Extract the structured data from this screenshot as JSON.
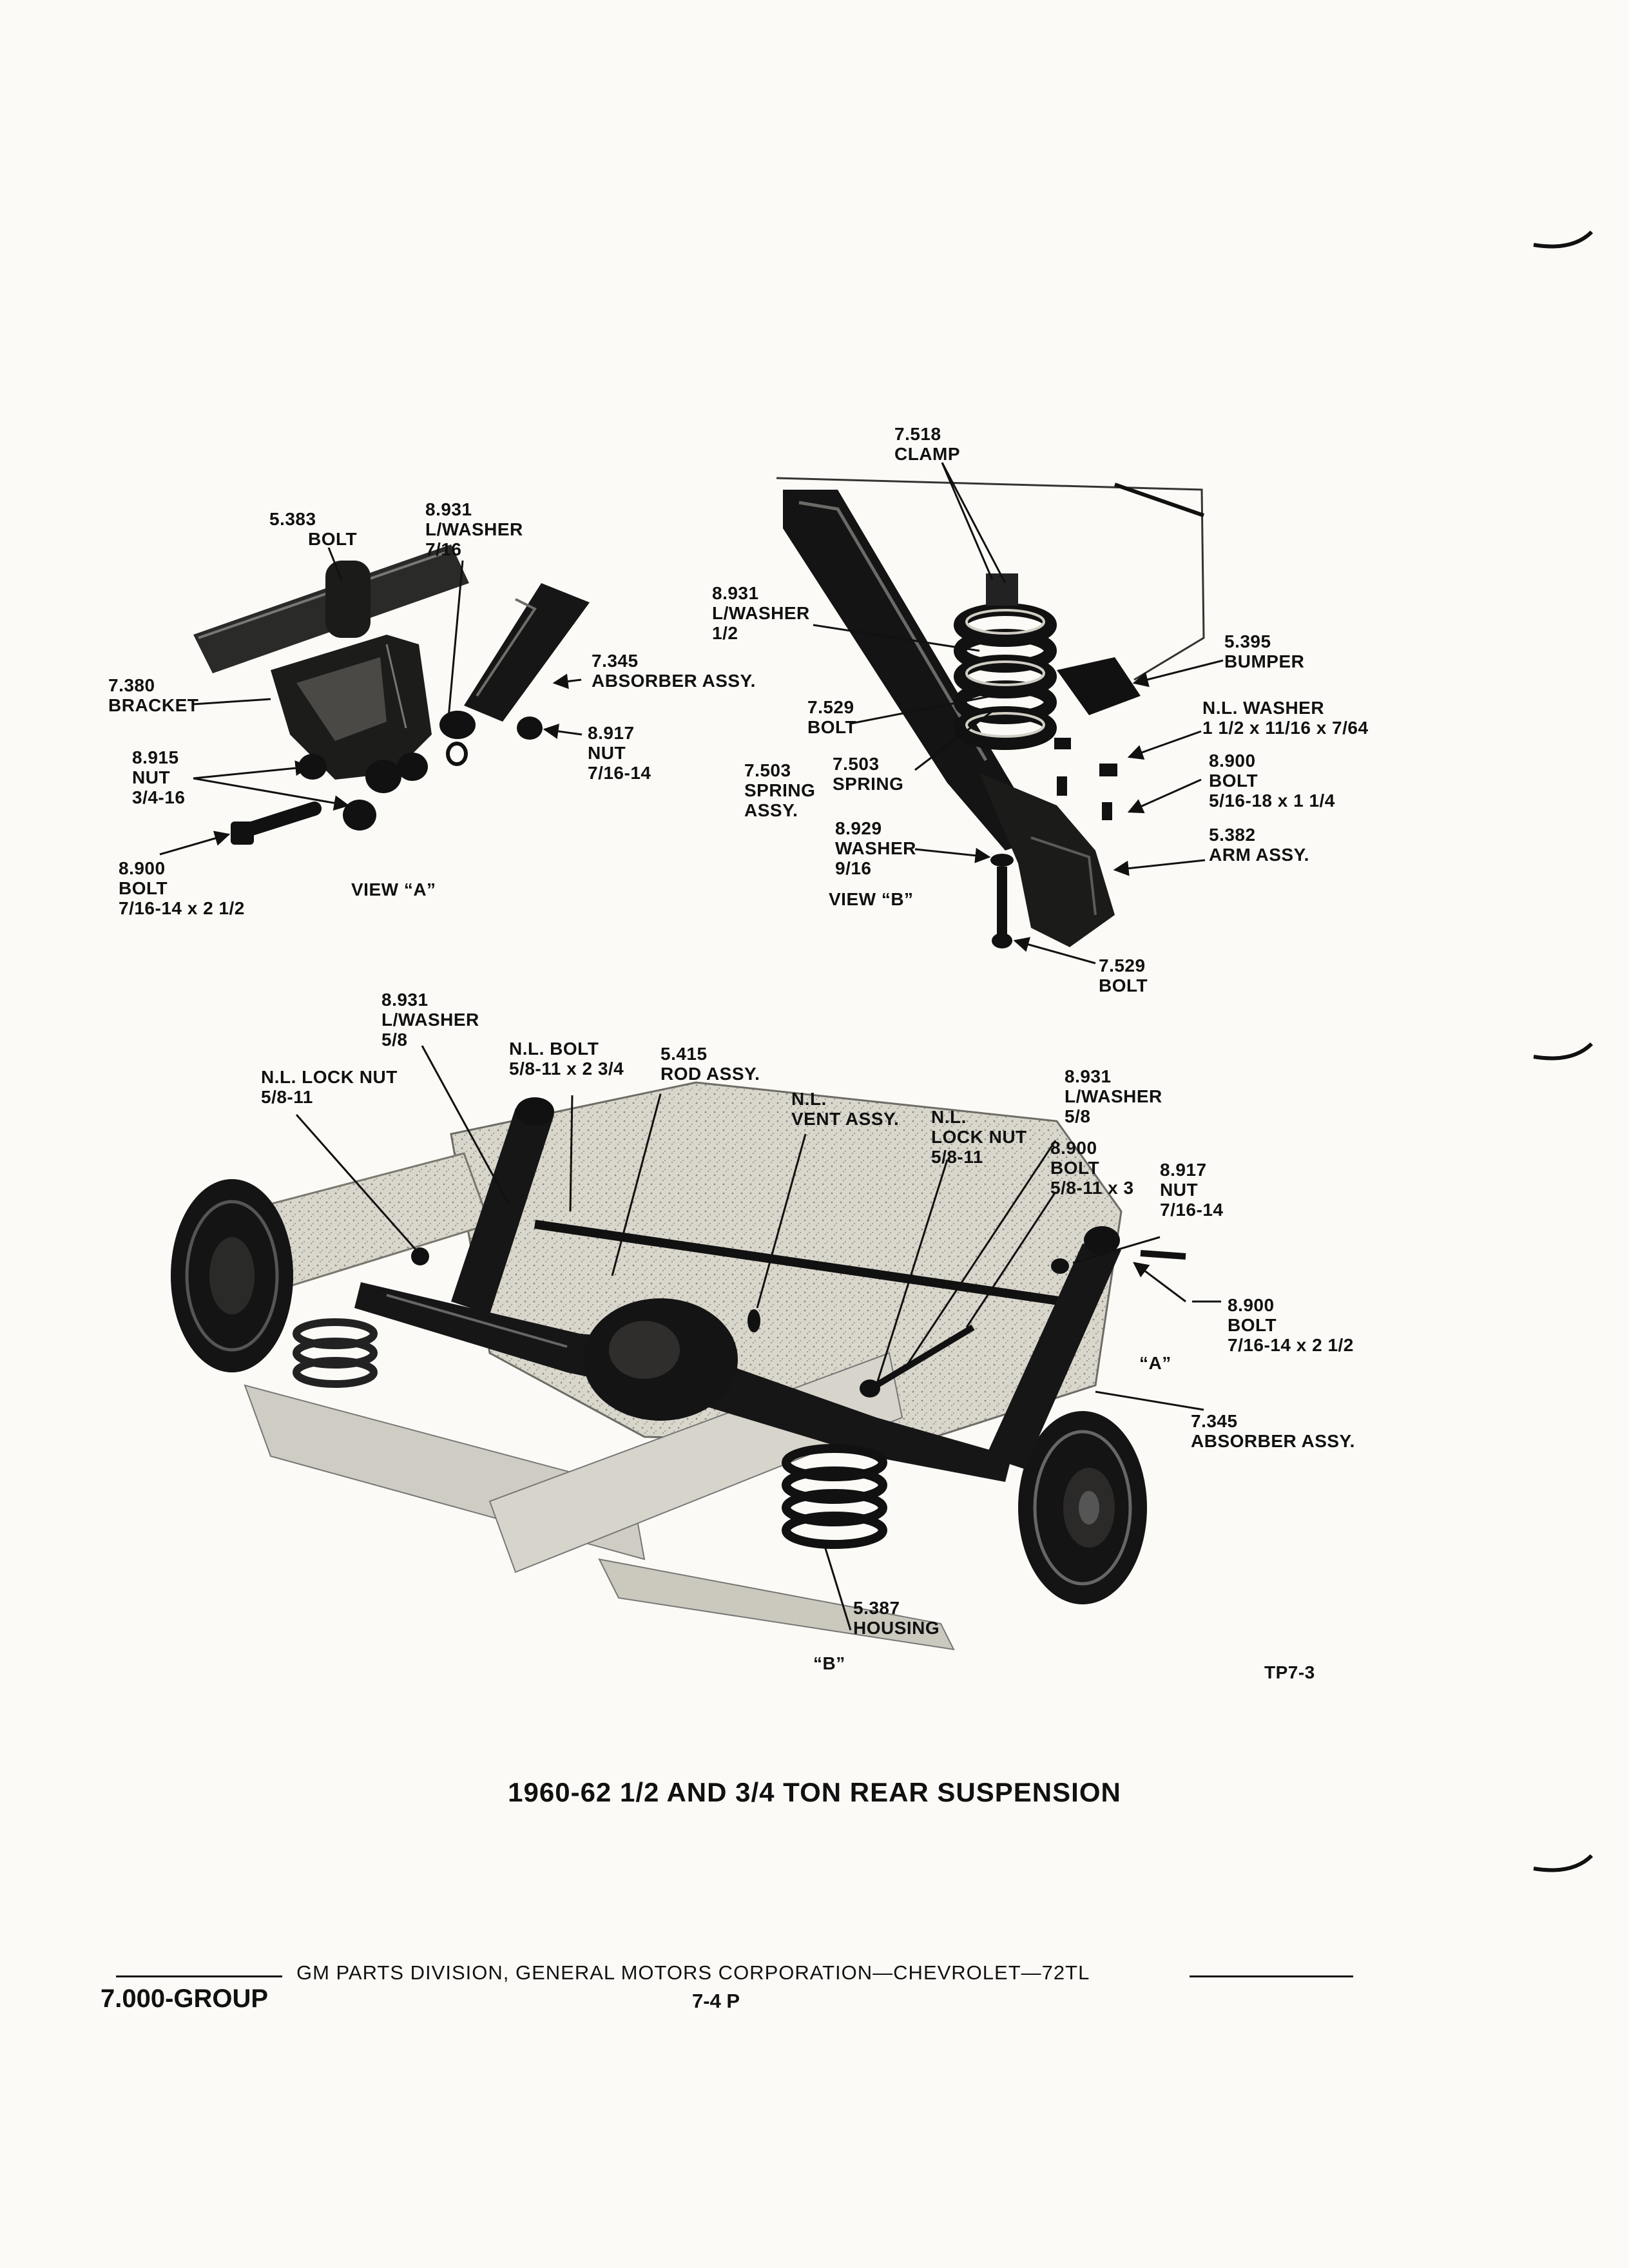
{
  "diagram_title": "1960-62 1/2 AND 3/4 TON REAR SUSPENSION",
  "figure_id": "TP7-3",
  "footer": {
    "division": "GM PARTS DIVISION, GENERAL MOTORS CORPORATION—CHEVROLET—72TL",
    "group": "7.000-GROUP",
    "page": "7-4  P"
  },
  "view_a": {
    "caption": "VIEW “A”",
    "labels": {
      "bolt_5383": [
        "5.383",
        "BOLT"
      ],
      "washer_8931": [
        "8.931",
        "L/WASHER",
        "7/16"
      ],
      "absorber_7345": [
        "7.345",
        "ABSORBER ASSY."
      ],
      "bracket_7380": [
        "7.380",
        "BRACKET"
      ],
      "nut_8917": [
        "8.917",
        "NUT",
        "7/16-14"
      ],
      "nut_8915": [
        "8.915",
        "NUT",
        "3/4-16"
      ],
      "bolt_8900": [
        "8.900",
        "BOLT",
        "7/16-14 x 2 1/2"
      ]
    }
  },
  "view_b": {
    "caption": "VIEW “B”",
    "labels": {
      "clamp_7518": [
        "7.518",
        "CLAMP"
      ],
      "washer_8931": [
        "8.931",
        "L/WASHER",
        "1/2"
      ],
      "bumper_5395": [
        "5.395",
        "BUMPER"
      ],
      "nl_washer": [
        "N.L. WASHER",
        "1 1/2 x 11/16 x 7/64"
      ],
      "bolt_7529_top": [
        "7.529",
        "BOLT"
      ],
      "spring_assy_7503": [
        "7.503",
        "SPRING",
        "ASSY."
      ],
      "spring_7503": [
        "7.503",
        "SPRING"
      ],
      "bolt_8900": [
        "8.900",
        "BOLT",
        "5/16-18 x 1 1/4"
      ],
      "arm_5382": [
        "5.382",
        "ARM ASSY."
      ],
      "washer_8929": [
        "8.929",
        "WASHER",
        "9/16"
      ],
      "bolt_7529_bottom": [
        "7.529",
        "BOLT"
      ]
    }
  },
  "main_view": {
    "labels": {
      "washer_8931_left": [
        "8.931",
        "L/WASHER",
        "5/8"
      ],
      "nl_bolt": [
        "N.L. BOLT",
        "5/8-11 x 2 3/4"
      ],
      "rod_5415": [
        "5.415",
        "ROD ASSY."
      ],
      "nl_lock_nut_left": [
        "N.L. LOCK NUT",
        "5/8-11"
      ],
      "nl_vent": [
        "N.L.",
        "VENT ASSY."
      ],
      "nl_lock_nut_right": [
        "N.L.",
        "LOCK NUT",
        "5/8-11"
      ],
      "washer_8931_right": [
        "8.931",
        "L/WASHER",
        "5/8"
      ],
      "bolt_8900_mid": [
        "8.900",
        "BOLT",
        "5/8-11 x 3"
      ],
      "nut_8917": [
        "8.917",
        "NUT",
        "7/16-14"
      ],
      "bolt_8900_right": [
        "8.900",
        "BOLT",
        "7/16-14 x 2 1/2"
      ],
      "view_a_ref": [
        "“A”"
      ],
      "absorber_7345": [
        "7.345",
        "ABSORBER ASSY."
      ],
      "housing_5387": [
        "5.387",
        "HOUSING"
      ],
      "view_b_ref": [
        "“B”"
      ]
    }
  }
}
